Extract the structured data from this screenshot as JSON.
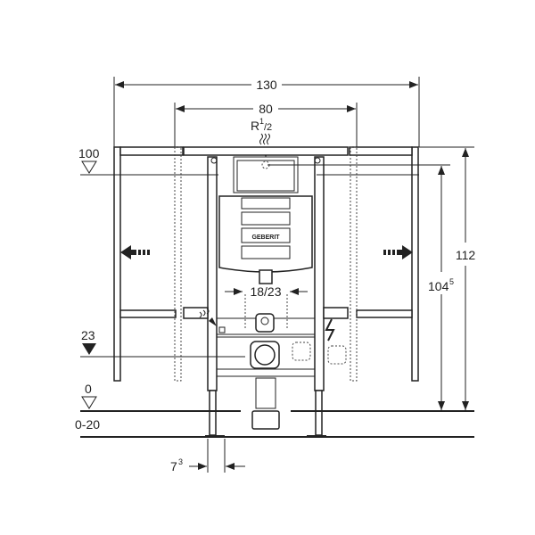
{
  "dimensions": {
    "total_width": "130",
    "inner_width": "80",
    "water_connection": "R",
    "water_connection_sup": "1",
    "water_connection_sub": "/2",
    "total_height": "112",
    "height_2": "104",
    "height_2_sup": "5",
    "drain_spacing": "18/23",
    "foot_width": "7",
    "foot_width_sup": "3"
  },
  "levels": {
    "top": "100",
    "drain": "23",
    "floor": "0",
    "floor_range": "0-20"
  },
  "brand_label": "GEBERIT"
}
